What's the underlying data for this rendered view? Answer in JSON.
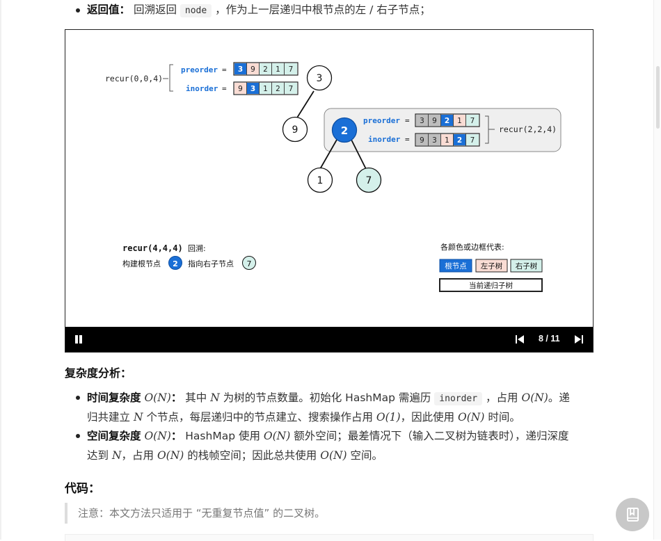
{
  "return_value": {
    "label": "返回值：",
    "text_pre": "回溯返回",
    "code": "node",
    "text_post": "，作为上一层递归中根节点的左 / 右子节点；"
  },
  "diagram": {
    "top_call": "recur(0,0,4)",
    "top_preorder_label": "preorder",
    "top_inorder_label": "inorder",
    "eq": "=",
    "top_preorder": [
      "3",
      "9",
      "2",
      "1",
      "7"
    ],
    "top_inorder": [
      "9",
      "3",
      "1",
      "2",
      "7"
    ],
    "sub_call": "recur(2,2,4)",
    "sub_preorder_label": "preorder",
    "sub_inorder_label": "inorder",
    "sub_preorder": [
      "3",
      "9",
      "2",
      "1",
      "7"
    ],
    "sub_inorder": [
      "9",
      "3",
      "1",
      "2",
      "7"
    ],
    "nodes": {
      "root": "3",
      "left": "9",
      "sub_root": "2",
      "sub_left": "1",
      "sub_right": "7"
    },
    "step_call": "recur(4,4,4)",
    "step_action": "回溯:",
    "build_root_label": "构建根节点",
    "build_root_value": "2",
    "point_right_label": "指向右子节点",
    "point_right_value": "7",
    "legend_title": "各颜色或边框代表:",
    "legend_root": "根节点",
    "legend_left": "左子树",
    "legend_right": "右子树",
    "legend_current": "当前递归子树",
    "colors": {
      "root_blue": "#1a6fd6",
      "left_pink": "#f9dcd4",
      "right_teal": "#d4f0ea",
      "grey": "#bdbdbd"
    }
  },
  "player": {
    "counter": "8 / 11",
    "pause_icon": "pause-icon",
    "prev_icon": "skip-previous-icon",
    "next_icon": "skip-next-icon"
  },
  "complexity": {
    "heading": "复杂度分析：",
    "time_label": "时间复杂度",
    "time_math": "O(N)",
    "time_colon": "：",
    "time_l1_a": "其中",
    "time_l1_N": "N",
    "time_l1_b": "为树的节点数量。初始化 HashMap 需遍历",
    "time_l1_code": "inorder",
    "time_l1_c": "，占用",
    "time_l1_math": "O(N)",
    "time_l1_d": "。递",
    "time_l2_a": "归共建立",
    "time_l2_N": "N",
    "time_l2_b": "个节点，每层递归中的节点建立、搜索操作占用",
    "time_l2_math1": "O(1)",
    "time_l2_c": "，因此使用",
    "time_l2_math2": "O(N)",
    "time_l2_d": "时间。",
    "space_label": "空间复杂度",
    "space_math": "O(N)",
    "space_colon": "：",
    "space_l1_a": "HashMap 使用",
    "space_l1_math": "O(N)",
    "space_l1_b": "额外空间；最差情况下（输入二叉树为链表时），递归深度",
    "space_l2_a": "达到",
    "space_l2_N": "N",
    "space_l2_b": "，占用",
    "space_l2_math1": "O(N)",
    "space_l2_c": "的栈帧空间；因此总共使用",
    "space_l2_math2": "O(N)",
    "space_l2_d": "空间。"
  },
  "code_section": {
    "heading": "代码：",
    "note": "注意：本文方法只适用于 “无重复节点值” 的二叉树。",
    "float_icon": "bookmark-icon"
  }
}
